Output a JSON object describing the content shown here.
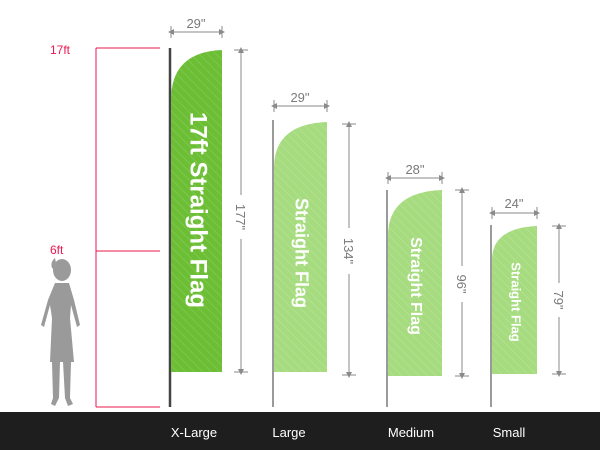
{
  "scale": {
    "top_label": "17ft",
    "mid_label": "6ft"
  },
  "flags": [
    {
      "size": "X-Large",
      "width_label": "29\"",
      "height_label": "177\"",
      "text": "17ft Straight Flag",
      "color": "#6cbe35"
    },
    {
      "size": "Large",
      "width_label": "29\"",
      "height_label": "134\"",
      "text": "Straight Flag",
      "color": "#a6dc7f"
    },
    {
      "size": "Medium",
      "width_label": "28\"",
      "height_label": "96\"",
      "text": "Straight Flag",
      "color": "#a6dc7f"
    },
    {
      "size": "Small",
      "width_label": "24\"",
      "height_label": "79\"",
      "text": "Straight Flag",
      "color": "#a6dc7f"
    }
  ],
  "colors": {
    "footer": "#1e1e1e",
    "scale_line": "#e8184f",
    "person": "#9a9a9a",
    "pole": "#444444",
    "pole_light": "#9a9a9a"
  }
}
